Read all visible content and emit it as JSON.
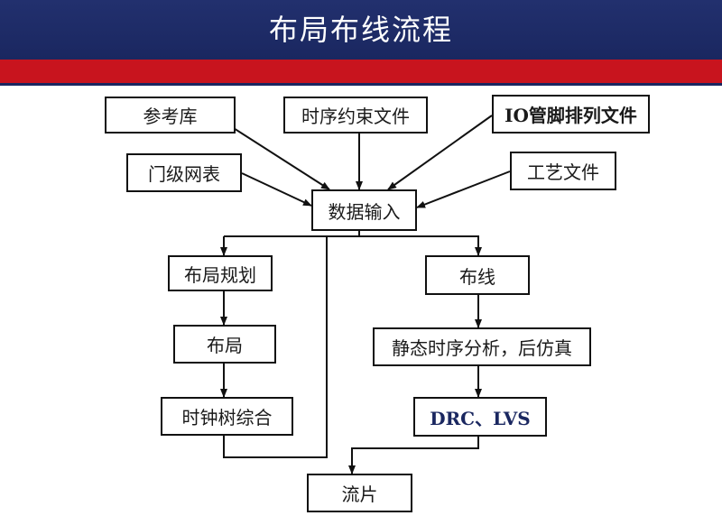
{
  "header": {
    "title": "布局布线流程",
    "bar_color": "#1a2760",
    "stripe_color": "#c8141e"
  },
  "diagram": {
    "inputs": {
      "reference_lib": "参考库",
      "timing_constraints": "时序约束文件",
      "io_pin_file": "IO管脚排列文件",
      "gate_netlist": "门级网表",
      "process_file": "工艺文件"
    },
    "data_input": "数据输入",
    "left_flow": {
      "floorplan": "布局规划",
      "placement": "布局",
      "cts": "时钟树综合"
    },
    "right_flow": {
      "routing": "布线",
      "sta": "静态时序分析，后仿真",
      "drc_lvs": "DRC、LVS"
    },
    "tapeout": "流片"
  }
}
